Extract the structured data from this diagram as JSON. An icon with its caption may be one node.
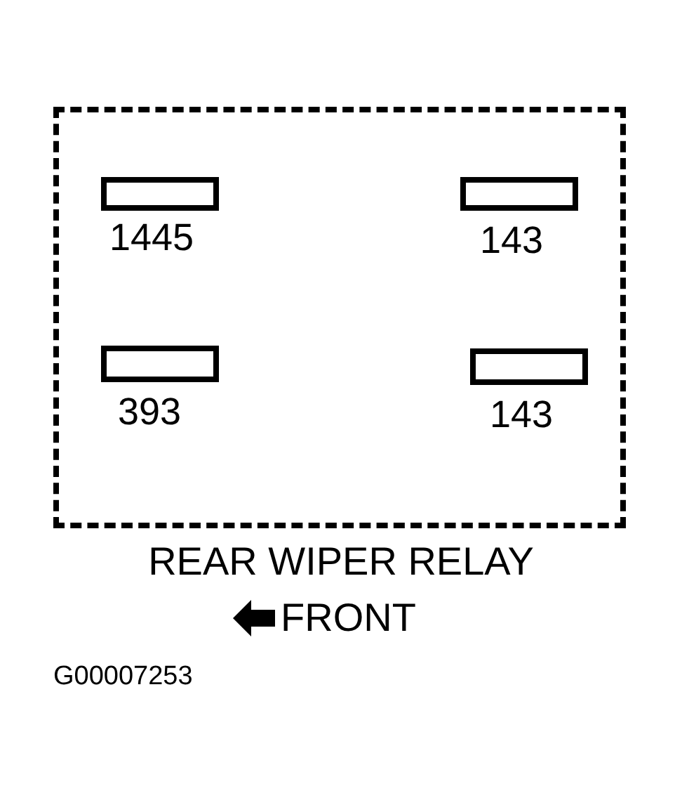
{
  "diagram": {
    "nodes": [
      {
        "text": [],
        "shape": "box"
      },
      {
        "text": [],
        "shape": "box",
        "in": 0,
        "beside": [
          "1445"
        ]
      },
      {
        "text": [],
        "shape": "box",
        "in": 0,
        "beside": [
          "143"
        ]
      },
      {
        "text": [],
        "shape": "box",
        "in": 0,
        "beside": [
          "393"
        ]
      },
      {
        "text": [],
        "shape": "box",
        "in": 0,
        "beside": [
          "143"
        ]
      }
    ],
    "edges": [],
    "labels": [
      "REAR WIPER RELAY",
      "FRONT",
      "G00007253"
    ]
  }
}
